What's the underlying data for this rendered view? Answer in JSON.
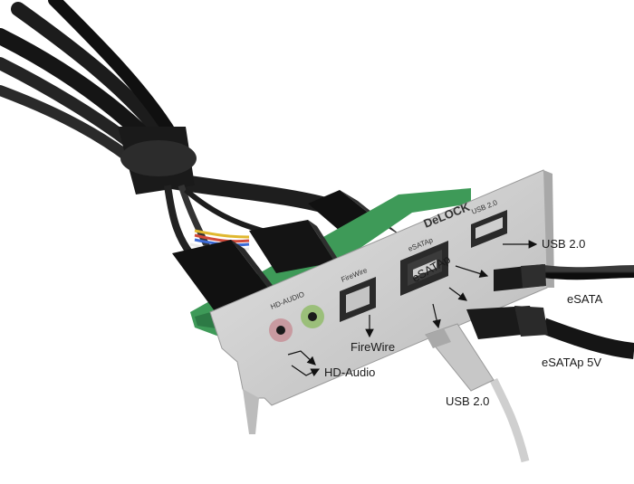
{
  "bracket": {
    "brand": "DeLOCK",
    "silk_usb": "USB 2.0",
    "silk_esata": "eSATAp",
    "silk_firewire": "FireWire",
    "silk_audio": "HD-AUDIO"
  },
  "callouts": {
    "usb_top": "USB 2.0",
    "esata": "eSATA",
    "esatap_rotated": "eSATAp",
    "esatap_5v": "eSATAp 5V",
    "usb_bottom": "USB 2.0",
    "firewire": "FireWire",
    "hd_audio": "HD-Audio"
  },
  "colors": {
    "bracket": "#d2d2d2",
    "pcb": "#3e9a58",
    "cable": "#1b1b1b",
    "usb_plug": "#c7c7c7",
    "audio_ring": "#c89aa0"
  }
}
